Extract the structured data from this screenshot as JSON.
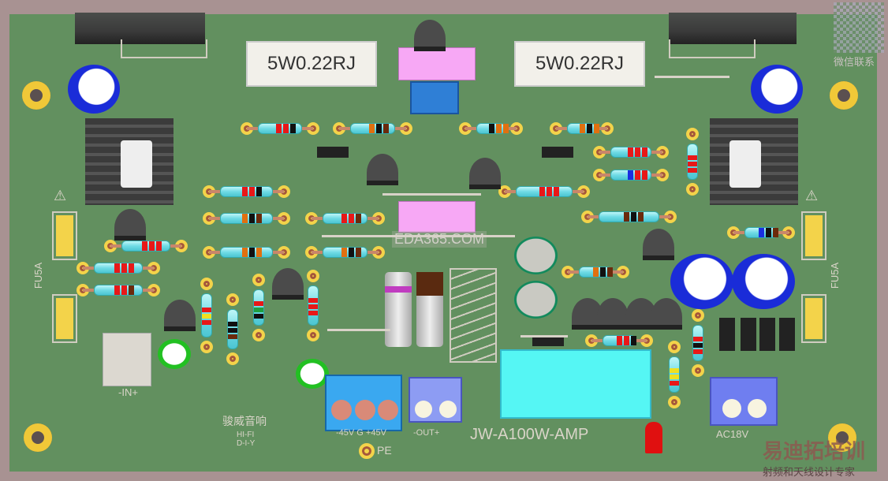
{
  "power_resistors": [
    "5W0.22RJ",
    "5W0.22RJ"
  ],
  "silkscreen": {
    "fuse_left": "FU5A",
    "fuse_right": "FU5A",
    "input": "-IN+",
    "brand_cn": "骏威音响",
    "hifi": "HI-FI",
    "diy": "D-I-Y",
    "power_terminal": "-45V G +45V",
    "output_terminal": "-OUT+",
    "pe": "PE",
    "model": "JW-A100W-AMP",
    "ac": "AC18V",
    "warning": "⚠"
  },
  "watermarks": {
    "site": "EDA365.COM",
    "wechat": "微信联系",
    "brand": "易迪拓培训",
    "slogan": "射频和天线设计专家"
  },
  "colors": {
    "board": "#62905f",
    "background": "#a89292",
    "relay": "#55f6f4",
    "cap_blue": "#1a2cd8"
  }
}
